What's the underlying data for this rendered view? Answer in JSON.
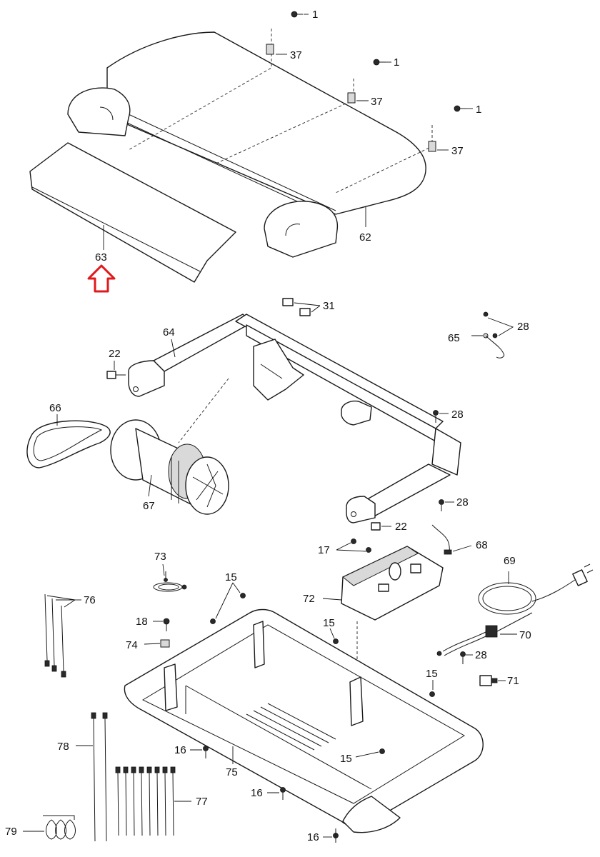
{
  "labels": [
    {
      "id": "p1a",
      "text": "1"
    },
    {
      "id": "p37a",
      "text": "37"
    },
    {
      "id": "p1b",
      "text": "1"
    },
    {
      "id": "p37b",
      "text": "37"
    },
    {
      "id": "p1c",
      "text": "1"
    },
    {
      "id": "p37c",
      "text": "37"
    },
    {
      "id": "p62",
      "text": "62"
    },
    {
      "id": "p63",
      "text": "63"
    },
    {
      "id": "p31",
      "text": "31"
    },
    {
      "id": "p28a",
      "text": "28"
    },
    {
      "id": "p65",
      "text": "65"
    },
    {
      "id": "p64",
      "text": "64"
    },
    {
      "id": "p22a",
      "text": "22"
    },
    {
      "id": "p66",
      "text": "66"
    },
    {
      "id": "p67",
      "text": "67"
    },
    {
      "id": "p28b",
      "text": "28"
    },
    {
      "id": "p28c",
      "text": "28"
    },
    {
      "id": "p22b",
      "text": "22"
    },
    {
      "id": "p68",
      "text": "68"
    },
    {
      "id": "p73",
      "text": "73"
    },
    {
      "id": "p17",
      "text": "17"
    },
    {
      "id": "p69",
      "text": "69"
    },
    {
      "id": "p15a",
      "text": "15"
    },
    {
      "id": "p76",
      "text": "76"
    },
    {
      "id": "p72",
      "text": "72"
    },
    {
      "id": "p18",
      "text": "18"
    },
    {
      "id": "p15b",
      "text": "15"
    },
    {
      "id": "p70",
      "text": "70"
    },
    {
      "id": "p74",
      "text": "74"
    },
    {
      "id": "p28d",
      "text": "28"
    },
    {
      "id": "p15c",
      "text": "15"
    },
    {
      "id": "p71",
      "text": "71"
    },
    {
      "id": "p78",
      "text": "78"
    },
    {
      "id": "p16a",
      "text": "16"
    },
    {
      "id": "p75",
      "text": "75"
    },
    {
      "id": "p15d",
      "text": "15"
    },
    {
      "id": "p16b",
      "text": "16"
    },
    {
      "id": "p77",
      "text": "77"
    },
    {
      "id": "p79",
      "text": "79"
    },
    {
      "id": "p16c",
      "text": "16"
    }
  ],
  "colors": {
    "arrow": "#e0191c",
    "line": "#1a1a1a"
  }
}
